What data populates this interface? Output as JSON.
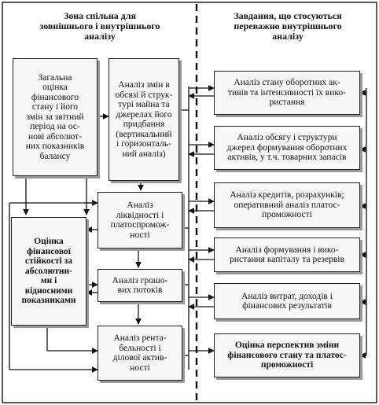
{
  "headers": {
    "left": "Зона спільна для\nзовнішнього і внутрішнього\nаналізу",
    "right": "Завдання, що стосуються\nпереважно внутрішнього\nаналізу"
  },
  "boxes": {
    "general": "Загальна\nоцінка\nфінансового\nстану і його\nзмін за звітний\nперіод на ос-\nнові абсолют-\nних показників\nбалансу",
    "structure": "Аналіз змін в\nобсязі й струк-\nтурі майна та\nджерелах його\nпридбання\n(вертикальний\nі горизонталь-\nний аналіз)",
    "liquidity": "Аналіз\nліквідності і\nплатоспромож-\nності",
    "stability": "Оцінка\nфінансової\nстійкості за\nабсолютни-\nми і\nвідносними\nпоказниками",
    "cashflow": "Аналіз грошо-\nвих потоків",
    "profitability": "Аналіз рента-\nбельності і\nділової актив-\nності",
    "working_capital": "Аналіз стану оборотних ак-\nтивів та інтенсивності їх вико-\nристання",
    "wc_sources": "Аналіз обсягу і структури\nджерел формування оборотних\nактивів, у т.ч. товарних запасів",
    "credits": "Аналіз кредитів, розрахунків;\nоперативний аналіз платос-\nпроможності",
    "capital": "Аналіз формування і вико-\nристання капіталу та резервів",
    "costs": "Аналіз витрат, доходів і\nфінансових результатів",
    "prospects": "Оцінка перспектив зміни\nфінансового стану та платос-\nпроможності"
  }
}
